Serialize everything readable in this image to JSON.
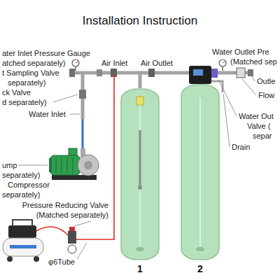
{
  "diagram": {
    "title": "Installation Instruction",
    "nodes": [
      {
        "text": [
          "1"
        ]
      },
      {
        "text": [
          "2"
        ]
      }
    ],
    "edges": [
      {
        "from": 0,
        "to": 1,
        "arrow": "none"
      }
    ],
    "labels": [
      "ater Inlet Pressure Gauge",
      "atched separately)",
      "t Sampling Valve",
      "separately)",
      "ck Valve",
      "d separately)",
      "Water Inlet",
      "ump",
      "separately)",
      "Compressor",
      "separately)",
      "Pressure Reducing Valve",
      "(Matched separately)",
      "φ6Tube",
      "Air Inlet",
      "Air Outlet",
      "Water Outlet Pre",
      "(Matched sep",
      "Outle",
      "Flow",
      "Water Out",
      "Valve (",
      "separ",
      "Drain"
    ]
  }
}
